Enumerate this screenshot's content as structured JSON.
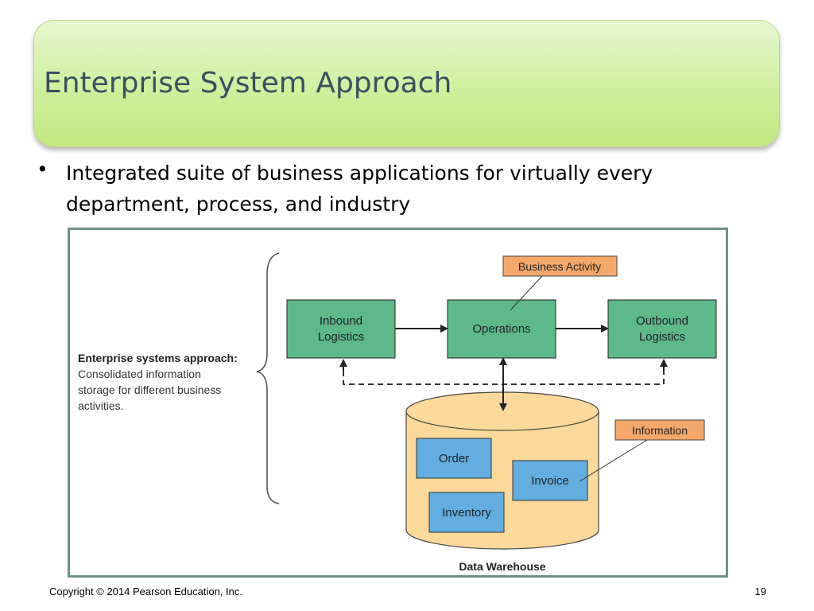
{
  "slide": {
    "title": "Enterprise System Approach",
    "bullet_glyph": "•",
    "bullet_text": "Integrated suite of business applications for virtually every department, process, and industry",
    "copyright": "Copyright © 2014 Pearson Education, Inc.",
    "page_number": "19"
  },
  "diagram": {
    "approach_heading": "Enterprise systems approach:",
    "approach_desc_lines": [
      "Consolidated information",
      "storage for different business",
      "activities."
    ],
    "process_boxes": {
      "inbound": [
        "Inbound",
        "Logistics"
      ],
      "operations": "Operations",
      "outbound": [
        "Outbound",
        "Logistics"
      ]
    },
    "callouts": {
      "business_activity": "Business Activity",
      "information": "Information"
    },
    "warehouse": {
      "label": "Data Warehouse",
      "items": {
        "order": "Order",
        "invoice": "Invoice",
        "inventory": "Inventory"
      }
    },
    "colors": {
      "process_fill": "#5db88a",
      "callout_fill": "#f3a86a",
      "cylinder_fill": "#fbd99a",
      "item_fill": "#62aee0",
      "frame_border": "#6f8f8a",
      "title_text": "#3a4f5f"
    }
  }
}
